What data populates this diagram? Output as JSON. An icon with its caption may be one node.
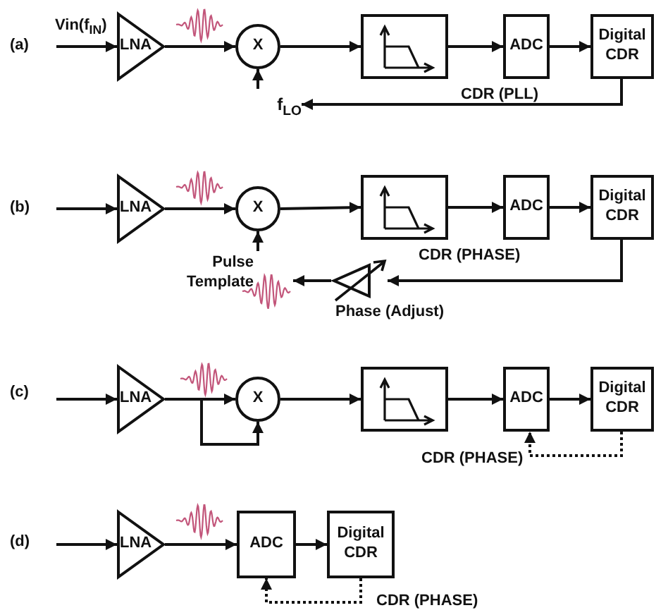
{
  "diagram": {
    "nodes": [
      {
        "text": [
          "LNA"
        ]
      },
      {
        "text": [
          "X"
        ]
      },
      {
        "text": [],
        "shape": "box"
      },
      {
        "text": [
          "ADC"
        ]
      },
      {
        "text": [
          "Digital CDR"
        ]
      },
      {
        "text": [
          "f$_{LO}$"
        ]
      },
      {
        "text": [
          "LNA"
        ]
      },
      {
        "text": [
          "X"
        ]
      },
      {
        "text": [],
        "shape": "box"
      },
      {
        "text": [
          "ADC"
        ]
      },
      {
        "text": [
          "Digital CDR"
        ]
      },
      {
        "text": [],
        "shape": "triangle",
        "beside": [
          "Phase (Adjust)"
        ]
      },
      {
        "text": [
          "Pulse Template"
        ]
      },
      {
        "text": [
          "LNA"
        ]
      },
      {
        "text": [
          "X"
        ]
      },
      {
        "text": [],
        "shape": "box"
      },
      {
        "text": [
          "ADC"
        ]
      },
      {
        "text": [
          "Digital CDR"
        ]
      },
      {
        "text": [
          "LNA"
        ]
      },
      {
        "text": [
          "ADC"
        ]
      },
      {
        "text": [
          "Digital CDR"
        ]
      }
    ],
    "edges": [
      {
        "from": null,
        "to": 0,
        "arrow": "to",
        "label": "Vin(f$_{IN}$)"
      },
      {
        "from": 0,
        "to": 1,
        "arrow": "to"
      },
      {
        "from": 1,
        "to": 2,
        "arrow": "to"
      },
      {
        "from": 2,
        "to": 3,
        "arrow": "to"
      },
      {
        "from": 3,
        "to": 4,
        "arrow": "to"
      },
      {
        "from": 4,
        "to": 5,
        "arrow": "to",
        "label": "CDR (PLL)"
      },
      {
        "from": 5,
        "to": 1,
        "arrow": "to"
      },
      {
        "from": null,
        "to": 6,
        "arrow": "to"
      },
      {
        "from": 6,
        "to": 7,
        "arrow": "to"
      },
      {
        "from": 7,
        "to": 8,
        "arrow": "to"
      },
      {
        "from": 8,
        "to": 9,
        "arrow": "to"
      },
      {
        "from": 9,
        "to": 10,
        "arrow": "to"
      },
      {
        "from": 10,
        "to": 11,
        "arrow": "to",
        "label": "CDR (PHASE)"
      },
      {
        "from": 11,
        "to": 12,
        "arrow": "to"
      },
      {
        "from": 12,
        "to": 7,
        "arrow": "to"
      },
      {
        "from": null,
        "to": 13,
        "arrow": "to"
      },
      {
        "from": 13,
        "to": 14,
        "arrow": "to"
      },
      {
        "from": 13,
        "to": 14,
        "arrow": "to"
      },
      {
        "from": 14,
        "to": 15,
        "arrow": "to"
      },
      {
        "from": 15,
        "to": 16,
        "arrow": "to"
      },
      {
        "from": 16,
        "to": 17,
        "arrow": "to"
      },
      {
        "from": 17,
        "to": 16,
        "arrow": "to",
        "style": "dashed",
        "label": "CDR (PHASE)"
      },
      {
        "from": null,
        "to": 18,
        "arrow": "to"
      },
      {
        "from": 18,
        "to": 19,
        "arrow": "to"
      },
      {
        "from": 19,
        "to": 20,
        "arrow": "to"
      },
      {
        "from": 20,
        "to": 19,
        "arrow": "to",
        "style": "dashed",
        "label": "CDR (PHASE)"
      }
    ],
    "labels": [
      "(a)",
      "(b)",
      "(c)",
      "(d)"
    ]
  }
}
